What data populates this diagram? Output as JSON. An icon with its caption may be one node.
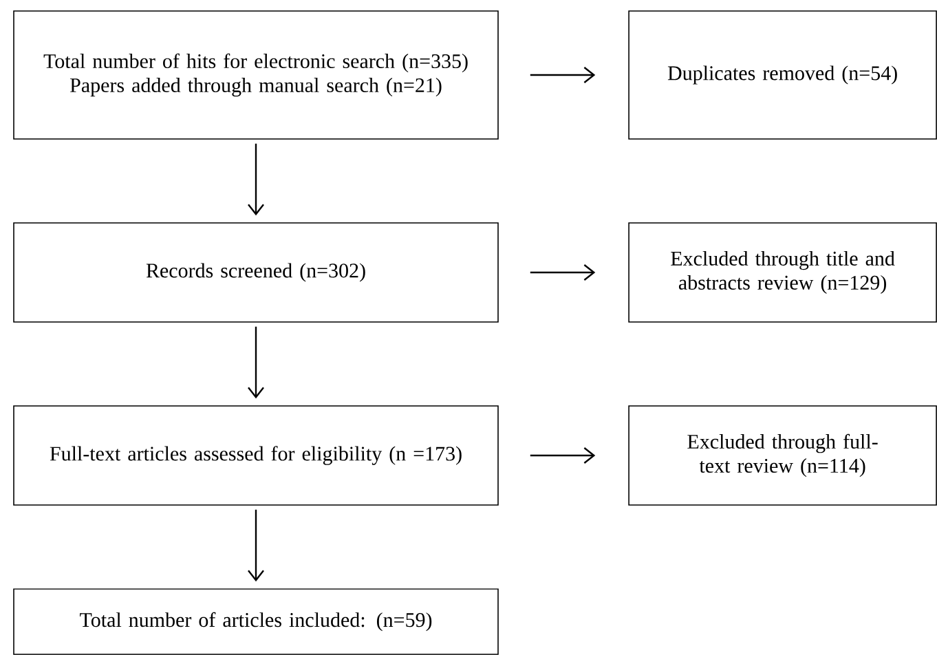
{
  "diagram": {
    "nodes": [
      {
        "text": [
          "Total number of hits for electronic search (n=335)",
          "Papers added through manual search (n=21)"
        ]
      },
      {
        "text": [
          "Duplicates removed (n=54)"
        ]
      },
      {
        "text": [
          "Records screened (n=302)"
        ]
      },
      {
        "text": [
          "Excluded through title and abstracts review (n=129)"
        ]
      },
      {
        "text": [
          "Full-text articles assessed for eligibility (n =173)"
        ]
      },
      {
        "text": [
          "Excluded through full-text review (n=114)"
        ]
      },
      {
        "text": [
          "Total number of articles included: (n=59)"
        ]
      }
    ],
    "edges": [
      {
        "from": 0,
        "to": 1,
        "arrow": "to"
      },
      {
        "from": 0,
        "to": 2,
        "arrow": "to"
      },
      {
        "from": 2,
        "to": 3,
        "arrow": "to"
      },
      {
        "from": 2,
        "to": 4,
        "arrow": "to"
      },
      {
        "from": 4,
        "to": 5,
        "arrow": "to"
      },
      {
        "from": 4,
        "to": 6,
        "arrow": "to"
      }
    ]
  }
}
